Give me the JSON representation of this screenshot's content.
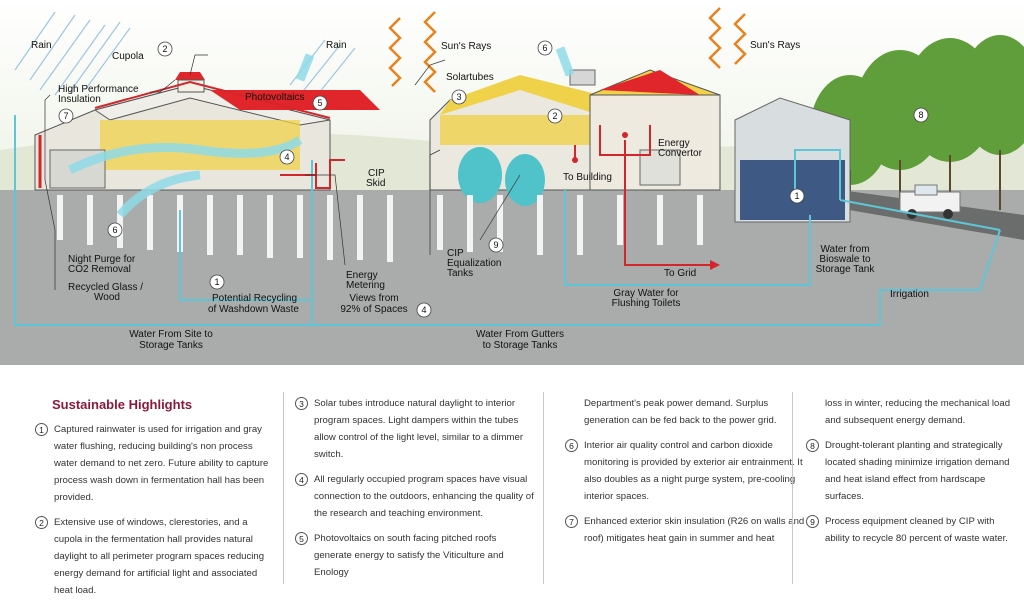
{
  "diagram": {
    "labels": {
      "rain_left": "Rain",
      "cupola": "Cupola",
      "high_perf_insulation_1": "High Performance",
      "high_perf_insulation_2": "Insulation",
      "photovoltaics": "Photovoltaics",
      "rain_center": "Rain",
      "suns_rays_center": "Sun's Rays",
      "solartubes": "Solartubes",
      "suns_rays_right": "Sun's Rays",
      "energy_convertor_1": "Energy",
      "energy_convertor_2": "Convertor",
      "to_building": "To Building",
      "cip_skid_1": "CIP",
      "cip_skid_2": "Skid",
      "night_purge_1": "Night Purge for",
      "night_purge_2": "CO2 Removal",
      "recycled_glass_1": "Recycled Glass /",
      "recycled_glass_2": "Wood",
      "energy_metering_1": "Energy",
      "energy_metering_2": "Metering",
      "cip_tanks_1": "CIP",
      "cip_tanks_2": "Equalization",
      "cip_tanks_3": "Tanks",
      "views_1": "Views from",
      "views_2": "92% of Spaces",
      "potential_recycling_1": "Potential Recycling",
      "potential_recycling_2": "of Washdown Waste",
      "to_grid": "To Grid",
      "gray_water_1": "Gray Water for",
      "gray_water_2": "Flushing Toilets",
      "bioswale_1": "Water from",
      "bioswale_2": "Bioswale to",
      "bioswale_3": "Storage Tank",
      "irrigation": "Irrigation",
      "water_site_1": "Water From Site to",
      "water_site_2": "Storage Tanks",
      "water_gutters_1": "Water From Gutters",
      "water_gutters_2": "to Storage Tanks"
    },
    "markers": [
      "1",
      "2",
      "3",
      "4",
      "5",
      "6",
      "7",
      "8",
      "9"
    ]
  },
  "highlights": {
    "title": "Sustainable Highlights",
    "col1": [
      {
        "num": "1",
        "text": "Captured rainwater is used for irrigation and gray water flushing, reducing building's non process water demand to net zero. Future ability to capture process wash down in fermentation hall has been provided."
      },
      {
        "num": "2",
        "text": "Extensive use of windows, clerestories, and a cupola in the fermentation hall provides natural daylight to all perimeter program spaces reducing energy demand for artificial light and associated heat load."
      }
    ],
    "col2": [
      {
        "num": "3",
        "text": "Solar tubes introduce natural daylight to interior program spaces. Light dampers within the tubes allow control of the light level, similar to a dimmer switch."
      },
      {
        "num": "4",
        "text": "All regularly occupied program spaces have visual connection to the outdoors, enhancing the quality of the research and teaching environment."
      },
      {
        "num": "5",
        "text": "Photovoltaics on south facing pitched roofs generate energy to satisfy the Viticulture and Enology"
      }
    ],
    "col3_cont": "Department's peak power demand. Surplus generation can be fed back to the power grid.",
    "col3": [
      {
        "num": "6",
        "text": "Interior air quality control and carbon dioxide monitoring is provided by exterior air entrainment. It also doubles as a night purge system, pre-cooling interior spaces."
      },
      {
        "num": "7",
        "text": "Enhanced exterior skin insulation (R26 on walls and roof) mitigates heat gain in summer and heat"
      }
    ],
    "col4_cont": "loss in winter, reducing the mechanical load and subsequent energy demand.",
    "col4": [
      {
        "num": "8",
        "text": "Drought-tolerant planting and strategically located shading minimize irrigation demand and heat island effect from hardscape surfaces."
      },
      {
        "num": "9",
        "text": "Process equipment cleaned by CIP with ability to recycle 80 percent of waste water."
      }
    ]
  }
}
